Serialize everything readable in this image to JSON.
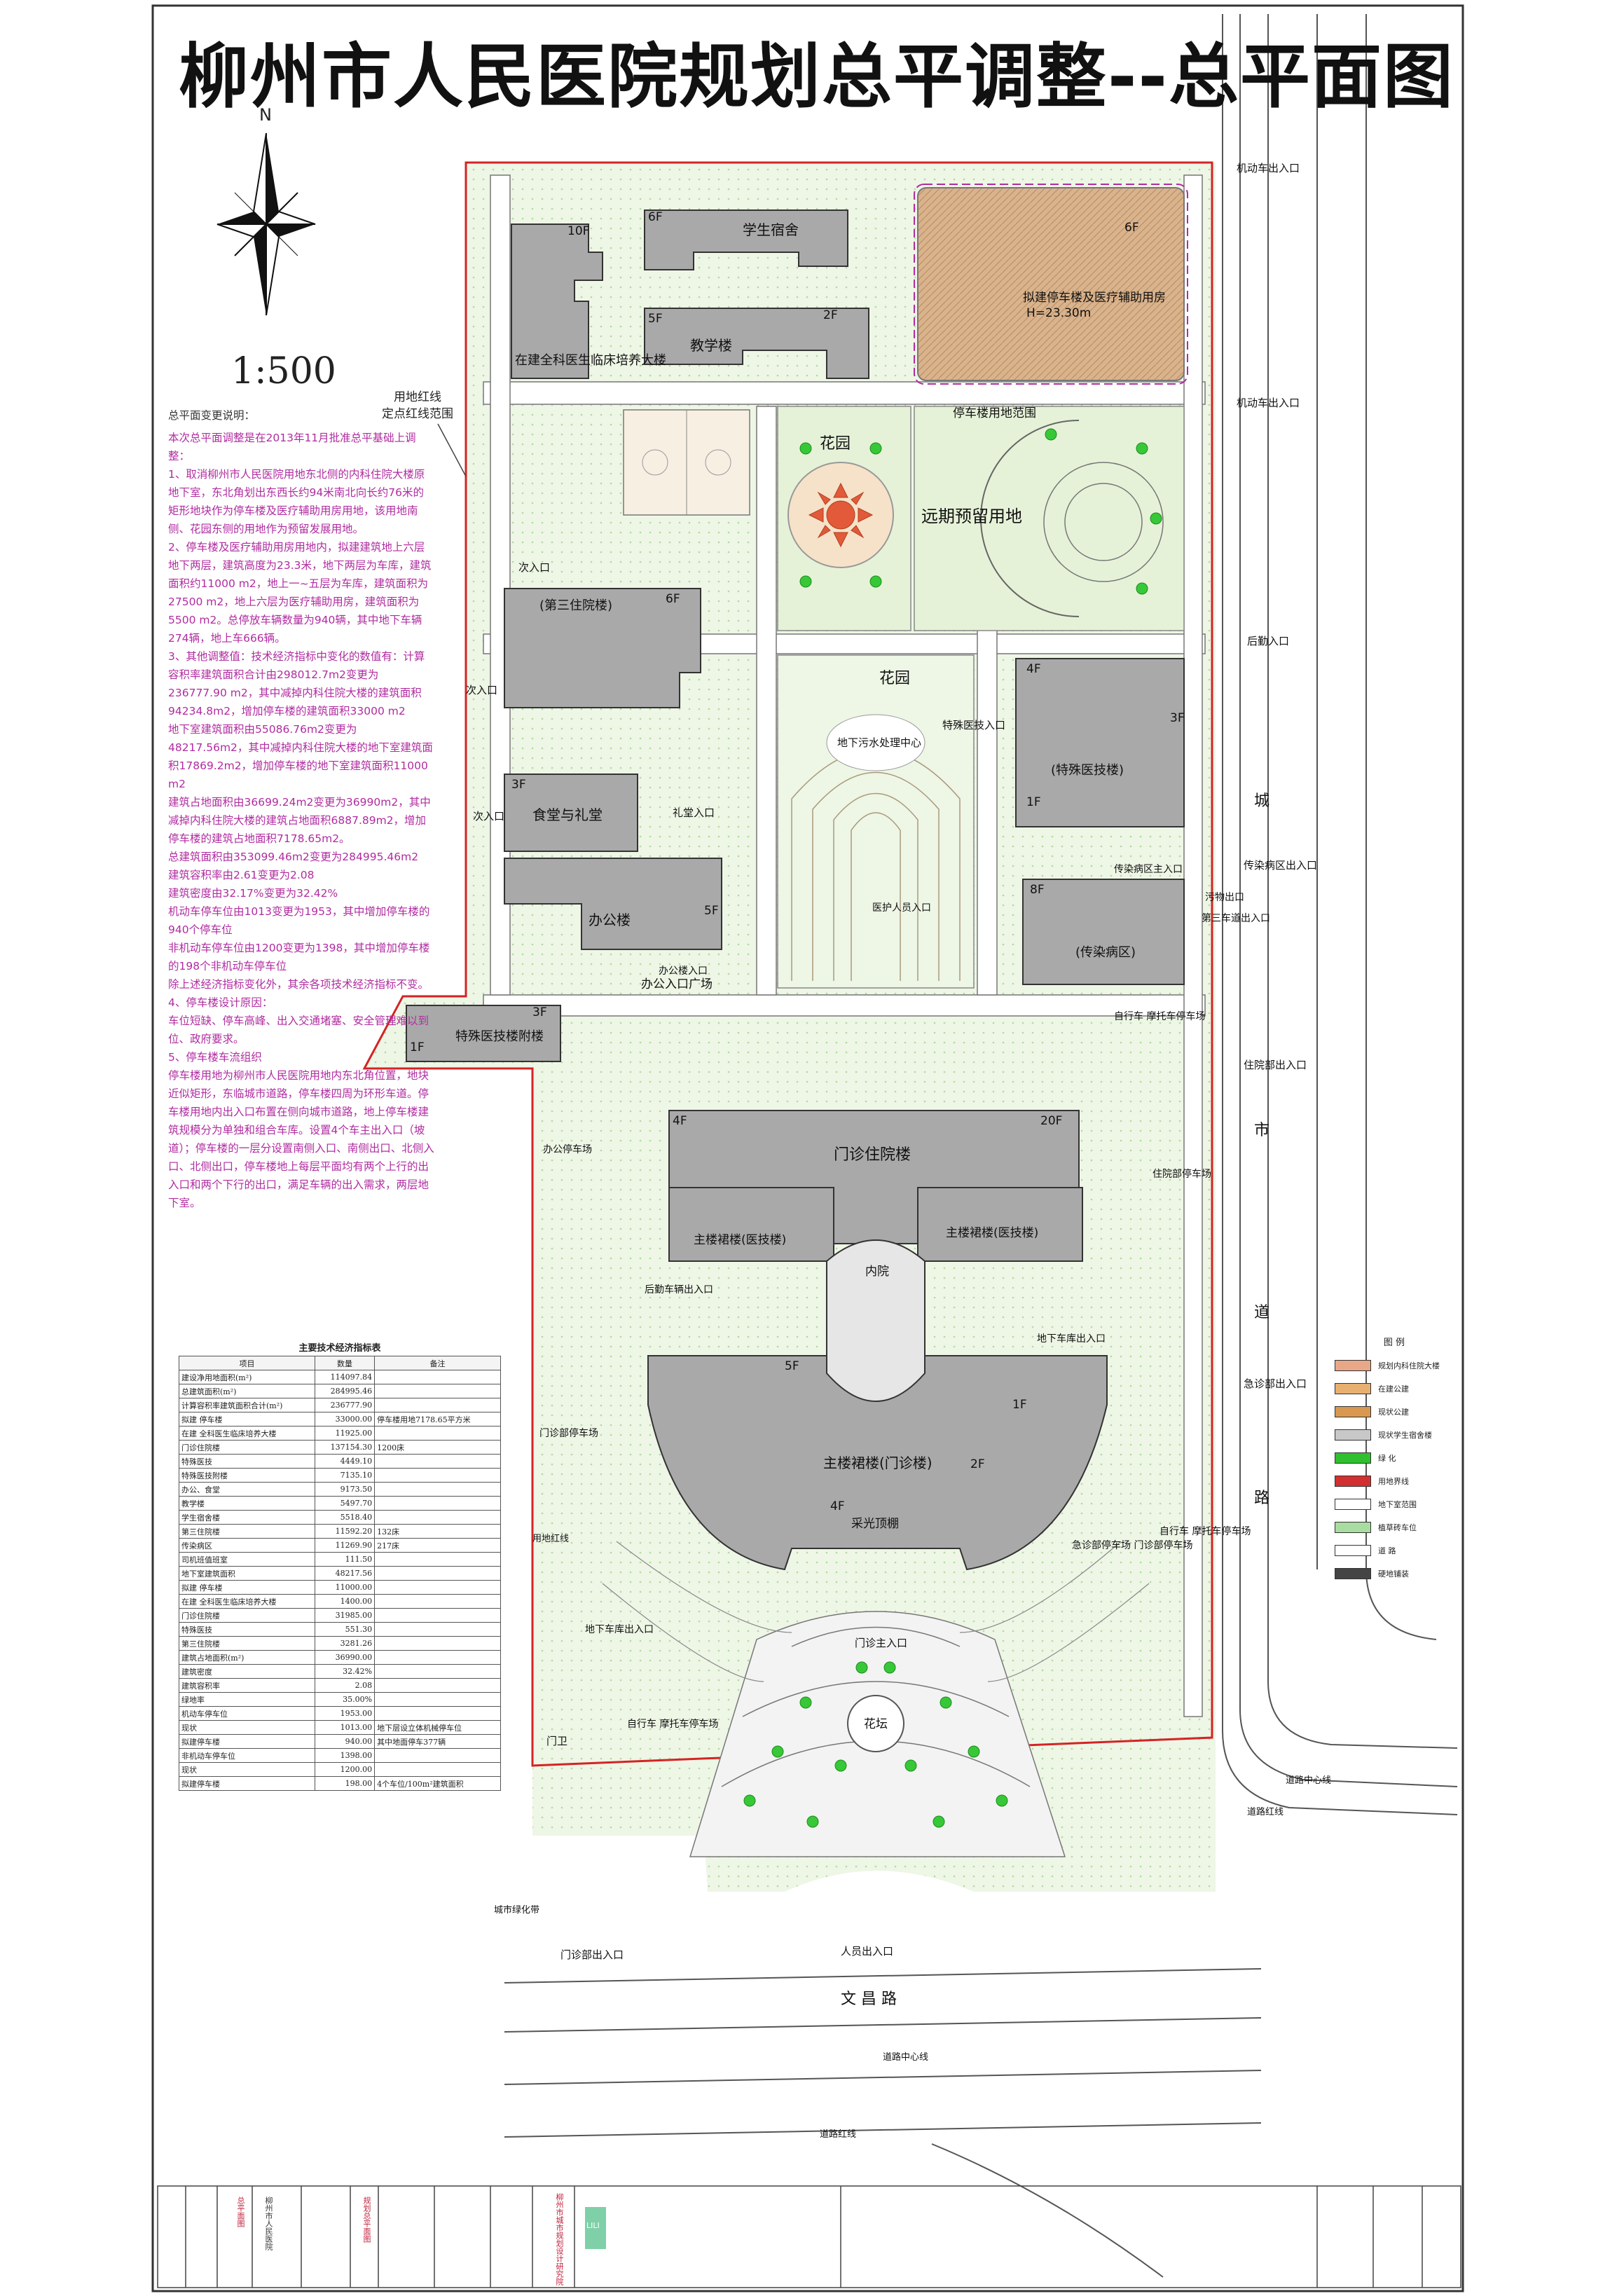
{
  "title": "柳州市人民医院规划总平调整--总平面图",
  "scale": "1:500",
  "north": "N",
  "notes": {
    "heading": "总平面变更说明：",
    "paragraphs": [
      "本次总平面调整是在2013年11月批准总平基础上调整：",
      "1、取消柳州市人民医院用地东北侧的内科住院大楼原地下室，东北角划出东西长约94米南北向长约76米的矩形地块作为停车楼及医疗辅助用房用地，该用地南侧、花园东侧的用地作为预留发展用地。",
      "2、停车楼及医疗辅助用房用地内，拟建建筑地上六层地下两层，建筑高度为23.3米，地下两层为车库，建筑面积约11000 m2，地上一~五层为车库，建筑面积为27500 m2，地上六层为医疗辅助用房，建筑面积为5500 m2。总停放车辆数量为940辆，其中地下车辆274辆，地上车666辆。",
      "3、其他调整值：技术经济指标中变化的数值有：计算容积率建筑面积合计由298012.7m2变更为236777.90 m2，其中减掉内科住院大楼的建筑面积94234.8m2，增加停车楼的建筑面积33000 m2",
      "地下室建筑面积由55086.76m2变更为48217.56m2，其中减掉内科住院大楼的地下室建筑面积17869.2m2，增加停车楼的地下室建筑面积11000 m2",
      "建筑占地面积由36699.24m2变更为36990m2，其中减掉内科住院大楼的建筑占地面积6887.89m2，增加停车楼的建筑占地面积7178.65m2。",
      "总建筑面积由353099.46m2变更为284995.46m2",
      "建筑容积率由2.61变更为2.08",
      "建筑密度由32.17%变更为32.42%",
      "机动车停车位由1013变更为1953，其中增加停车楼的940个停车位",
      "非机动车停车位由1200变更为1398，其中增加停车楼的198个非机动车停车位",
      "除上述经济指标变化外，其余各项技术经济指标不变。",
      "4、停车楼设计原因：",
      "车位短缺、停车高峰、出入交通堵塞、安全管理难以到位、政府要求。",
      "5、停车楼车流组织",
      "停车楼用地为柳州市人民医院用地内东北角位置，地块近似矩形，东临城市道路，停车楼四周为环形车道。停车楼用地内出入口布置在侧向城市道路，地上停车楼建筑规模分为单独和组合车库。设置4个车主出入口（坡道）；停车楼的一层分设置南侧入口、南侧出口、北侧入口、北侧出口，停车楼地上每层平面均有两个上行的出入口和两个下行的出口，满足车辆的出入需求，两层地下室。"
    ]
  },
  "buildings": {
    "training": "在建全科医生临床培养大楼",
    "training_floors": "10F",
    "dorm": "学生宿舍",
    "dorm_floors": "6F",
    "teaching": "教学楼",
    "teaching_floors": "5F",
    "teaching_floors2": "2F",
    "parking": "拟建停车楼及医疗辅助用房",
    "parking_height": "H=23.30m",
    "parking_floors": "6F",
    "third_inpatient": "(第三住院楼)",
    "third_floors": "6F",
    "canteen": "食堂与礼堂",
    "canteen_floors": "3F",
    "office": "办公楼",
    "office_floors": "5F",
    "special_tech": "(特殊医技楼)",
    "special_floors": "4F",
    "special_floors2": "3F",
    "special_floors3": "1F",
    "infectious": "(传染病区)",
    "infectious_floors": "8F",
    "annex": "特殊医技楼附楼",
    "annex_floors": "3F",
    "annex_floors2": "1F",
    "outpatient_inpatient": "门诊住院楼",
    "oi_floors": "20F",
    "oi_floors2": "4F",
    "podium_left": "主楼裙楼(医技楼)",
    "podium_right": "主楼裙楼(医技楼)",
    "main_podium": "主楼裙楼(门诊楼)",
    "skylight": "采光顶棚",
    "inner_court": "内院",
    "podium_floors": "5F",
    "podium_floors2": "4F",
    "podium_floors3": "2F",
    "podium_floors4": "1F"
  },
  "areas": {
    "garden1": "花园",
    "garden2": "花园",
    "reserved": "远期预留用地",
    "parking_range": "停车楼用地范围",
    "sewage": "地下污水处理中心",
    "flower_bed": "花坛",
    "office_plaza": "办公入口广场",
    "road_name": "文    昌    路",
    "city_road": "城    市    道    路",
    "road_center_1": "道路中心线",
    "road_center_2": "道路中心线",
    "road_red": "道路红线",
    "road_red_2": "道路红线",
    "land_line": "用地红线",
    "land_line_note": "用地红线\n定点红线范围",
    "city_green": "城市绿化带"
  },
  "entrances": {
    "vehicle_ne1": "机动车出入口",
    "vehicle_ne2": "机动车出入口",
    "rear_entry": "后勤入口",
    "special_clinic": "特殊医技入口",
    "infectious_main": "传染病区主入口",
    "infectious_exit": "传染病区出入口",
    "dirty": "污物出口",
    "third_road": "第三车道出入口",
    "inpatient": "住院部出入口",
    "emergency": "急诊部出入口",
    "outpatient_main": "门诊主入口",
    "outpatient_exit": "门诊部出入口",
    "people": "人员出入口",
    "staff": "医护人员入口",
    "back_parking": "后勤车辆出入口",
    "underground_exit": "地下车库出入口",
    "underground_exit2": "地下车库出入口",
    "hall_entry": "礼堂入口",
    "office_entry": "办公楼入口",
    "secondary_1": "次入口",
    "secondary_2": "次入口",
    "secondary_3": "次入口",
    "gate": "门卫"
  },
  "parking_labels": {
    "office": "办公停车场",
    "inpatient": "住院部停车场",
    "outpatient": "门诊部停车场",
    "emergency": "急诊部停车场\n门诊部停车场",
    "bike": "自行车\n摩托车停车场",
    "bike2": "自行车\n摩托车停车场",
    "bike3": "自行车\n摩托车停车场"
  },
  "indicator_table": {
    "caption": "主要技术经济指标表",
    "headers": [
      "项目",
      "数量",
      "备注"
    ],
    "rows": [
      [
        "建设净用地面积(m²)",
        "114097.84",
        ""
      ],
      [
        "总建筑面积(m²)",
        "284995.46",
        ""
      ],
      [
        "计算容积率建筑面积合计(m²)",
        "236777.90",
        ""
      ],
      [
        "拟建 停车楼",
        "33000.00",
        "停车楼用地7178.65平方米"
      ],
      [
        "在建 全科医生临床培养大楼",
        "11925.00",
        ""
      ],
      [
        "门诊住院楼",
        "137154.30",
        "1200床"
      ],
      [
        "特殊医技",
        "4449.10",
        ""
      ],
      [
        "特殊医技附楼",
        "7135.10",
        ""
      ],
      [
        "办公、食堂",
        "9173.50",
        ""
      ],
      [
        "教学楼",
        "5497.70",
        ""
      ],
      [
        "学生宿舍楼",
        "5518.40",
        ""
      ],
      [
        "第三住院楼",
        "11592.20",
        "132床"
      ],
      [
        "传染病区",
        "11269.90",
        "217床"
      ],
      [
        "司机班值班室",
        "111.50",
        ""
      ],
      [
        "地下室建筑面积",
        "48217.56",
        ""
      ],
      [
        "拟建 停车楼",
        "11000.00",
        ""
      ],
      [
        "在建 全科医生临床培养大楼",
        "1400.00",
        ""
      ],
      [
        "门诊住院楼",
        "31985.00",
        ""
      ],
      [
        "特殊医技",
        "551.30",
        ""
      ],
      [
        "第三住院楼",
        "3281.26",
        ""
      ],
      [
        "建筑占地面积(m²)",
        "36990.00",
        ""
      ],
      [
        "建筑密度",
        "32.42%",
        ""
      ],
      [
        "建筑容积率",
        "2.08",
        ""
      ],
      [
        "绿地率",
        "35.00%",
        ""
      ],
      [
        "机动车停车位",
        "1953.00",
        ""
      ],
      [
        "现状",
        "1013.00",
        "地下层设立体机械停车位"
      ],
      [
        "拟建停车楼",
        "940.00",
        "其中地面停车377辆"
      ],
      [
        "非机动车停车位",
        "1398.00",
        ""
      ],
      [
        "现状",
        "1200.00",
        ""
      ],
      [
        "拟建停车楼",
        "198.00",
        "4个车位/100m²建筑面积"
      ]
    ]
  },
  "legend": {
    "title": "图    例",
    "items": [
      {
        "label": "规划内科住院大楼",
        "color": "#e8a888"
      },
      {
        "label": "在建公建",
        "color": "#e8b070"
      },
      {
        "label": "现状公建",
        "color": "#d89850"
      },
      {
        "label": "现状学生宿舍楼",
        "color": "#c8c8c8"
      },
      {
        "label": "绿    化",
        "color": "#2fbf2f"
      },
      {
        "label": "用地界线",
        "color": "#d23030"
      },
      {
        "label": "地下室范围",
        "color": "#ffffff"
      },
      {
        "label": "植草砖车位",
        "color": "#a8dca0"
      },
      {
        "label": "道    路",
        "color": "#ffffff"
      },
      {
        "label": "硬地铺装",
        "color": "#444444"
      }
    ]
  },
  "title_block": {
    "project": "柳州市人民医院",
    "drawing": "规划总平面图",
    "drawing2": "总平面图",
    "institute": "柳州市城市规划设计研究院",
    "logo": "LILI"
  },
  "colors": {
    "building": "#a9a9a9",
    "building_stroke": "#333333",
    "red_line": "#d42424",
    "green_dot": "#37c837",
    "light_green": "#e6f2d8",
    "tan": "#d9b38c",
    "magenta": "#b02ca0"
  }
}
